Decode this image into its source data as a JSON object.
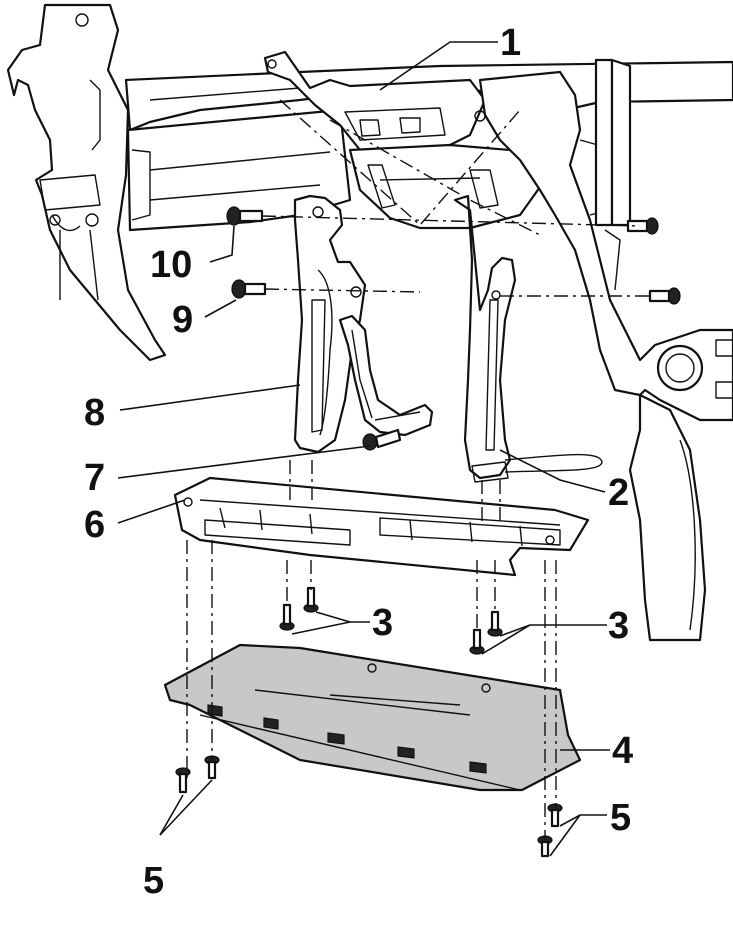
{
  "callouts": [
    {
      "id": "1",
      "label": "1"
    },
    {
      "id": "2",
      "label": "2"
    },
    {
      "id": "3a",
      "label": "3"
    },
    {
      "id": "3b",
      "label": "3"
    },
    {
      "id": "4",
      "label": "4"
    },
    {
      "id": "5a",
      "label": "5"
    },
    {
      "id": "5b",
      "label": "5"
    },
    {
      "id": "6",
      "label": "6"
    },
    {
      "id": "7",
      "label": "7"
    },
    {
      "id": "8",
      "label": "8"
    },
    {
      "id": "9",
      "label": "9"
    },
    {
      "id": "10",
      "label": "10"
    }
  ]
}
